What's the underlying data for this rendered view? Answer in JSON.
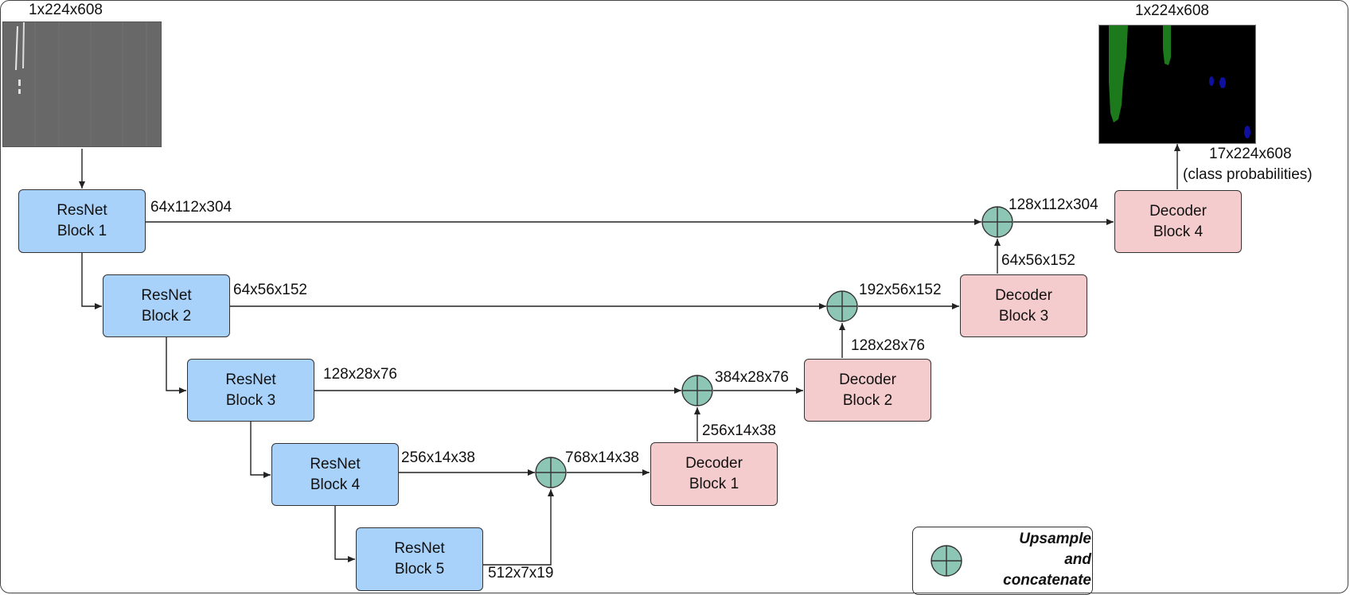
{
  "input_image": {
    "dims": "1x224x608",
    "bg_color": "#6a6a6a"
  },
  "output_image": {
    "dims": "1x224x608",
    "bg_color": "#000000",
    "class_colors": [
      "#1c7a1c",
      "#1010a0"
    ]
  },
  "encoder_blocks": [
    {
      "line1": "ResNet",
      "line2": "Block 1",
      "out_dims": "64x112x304"
    },
    {
      "line1": "ResNet",
      "line2": "Block 2",
      "out_dims": "64x56x152"
    },
    {
      "line1": "ResNet",
      "line2": "Block 3",
      "out_dims": "128x28x76"
    },
    {
      "line1": "ResNet",
      "line2": "Block 4",
      "out_dims": "256x14x38"
    },
    {
      "line1": "ResNet",
      "line2": "Block 5",
      "out_dims": "512x7x19"
    }
  ],
  "decoder_blocks": [
    {
      "line1": "Decoder",
      "line2": "Block 1",
      "in_dims": "768x14x38",
      "out_dims": "256x14x38"
    },
    {
      "line1": "Decoder",
      "line2": "Block 2",
      "in_dims": "384x28x76",
      "out_dims": "128x28x76"
    },
    {
      "line1": "Decoder",
      "line2": "Block 3",
      "in_dims": "192x56x152",
      "out_dims": "64x56x152"
    },
    {
      "line1": "Decoder",
      "line2": "Block 4",
      "in_dims": "128x112x304",
      "out_dims": "17x224x608",
      "out_note": "(class probabilities)"
    }
  ],
  "legend": {
    "line1": "Upsample",
    "line2": "and",
    "line3": "concatenate"
  },
  "colors": {
    "encoder_fill": "#a9d2fb",
    "decoder_fill": "#f5cccd",
    "concat_fill": "#8ec6b6",
    "line": "#222222"
  }
}
